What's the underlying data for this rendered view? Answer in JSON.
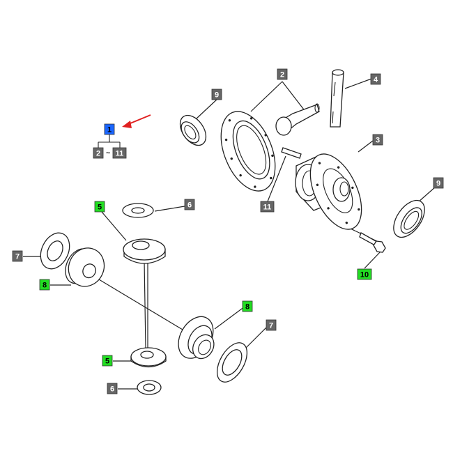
{
  "colors": {
    "gray": "#666666",
    "green": "#22dd22",
    "blue": "#1a66ff",
    "arrow": "#e02020",
    "line": "#222222"
  },
  "assembly": {
    "number": "1",
    "range_from": "2",
    "range_sep": "~",
    "range_to": "11"
  },
  "callouts": {
    "c2": {
      "number": "2",
      "type": "gray"
    },
    "c3": {
      "number": "3",
      "type": "gray"
    },
    "c4": {
      "number": "4",
      "type": "gray"
    },
    "c5a": {
      "number": "5",
      "type": "green"
    },
    "c5b": {
      "number": "5",
      "type": "green"
    },
    "c6a": {
      "number": "6",
      "type": "gray"
    },
    "c6b": {
      "number": "6",
      "type": "gray"
    },
    "c7a": {
      "number": "7",
      "type": "gray"
    },
    "c7b": {
      "number": "7",
      "type": "gray"
    },
    "c8a": {
      "number": "8",
      "type": "green"
    },
    "c8b": {
      "number": "8",
      "type": "green"
    },
    "c9a": {
      "number": "9",
      "type": "gray"
    },
    "c9b": {
      "number": "9",
      "type": "gray"
    },
    "c10": {
      "number": "10",
      "type": "green"
    },
    "c11": {
      "number": "11",
      "type": "gray"
    }
  },
  "icons": {
    "pointer": "red-arrow-icon"
  }
}
